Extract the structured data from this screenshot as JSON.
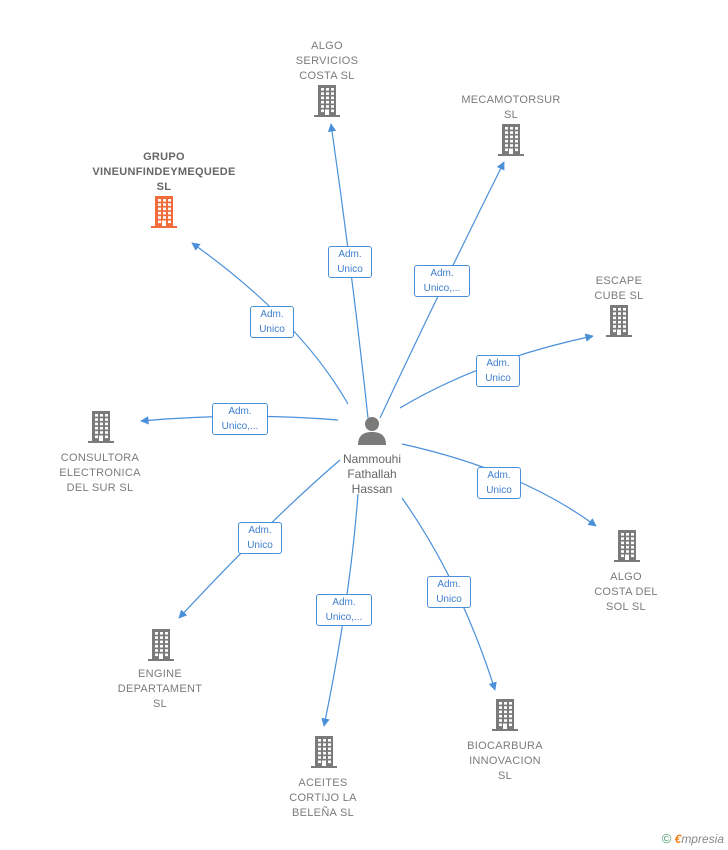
{
  "person": {
    "name": "Nammouhi\nFathallah\nHassan",
    "icon": "person-icon"
  },
  "accent_color": "#4a90d9",
  "highlight_color": "#f26b3a",
  "companies": [
    {
      "id": "algo-servicios",
      "label": "ALGO\nSERVICIOS\nCOSTA  SL",
      "highlight": false
    },
    {
      "id": "mecamotorsur",
      "label": "MECAMOTORSUR\nSL",
      "highlight": false
    },
    {
      "id": "grupo-vine",
      "label": "GRUPO\nVINEUNFINDEYMEQUEDE\nSL",
      "highlight": true
    },
    {
      "id": "escape-cube",
      "label": "ESCAPE\nCUBE  SL",
      "highlight": false
    },
    {
      "id": "consultora",
      "label": "CONSULTORA\nELECTRONICA\nDEL SUR  SL",
      "highlight": false
    },
    {
      "id": "algo-costa",
      "label": "ALGO\nCOSTA DEL\nSOL  SL",
      "highlight": false
    },
    {
      "id": "engine",
      "label": "ENGINE\nDEPARTAMENT\nSL",
      "highlight": false
    },
    {
      "id": "biocarbura",
      "label": "BIOCARBURA\nINNOVACION\nSL",
      "highlight": false
    },
    {
      "id": "aceites",
      "label": "ACEITES\nCORTIJO LA\nBELEÑA  SL",
      "highlight": false
    }
  ],
  "edges": [
    {
      "to": "algo-servicios",
      "label": "Adm.\nUnico"
    },
    {
      "to": "mecamotorsur",
      "label": "Adm.\nUnico,..."
    },
    {
      "to": "grupo-vine",
      "label": "Adm.\nUnico"
    },
    {
      "to": "escape-cube",
      "label": "Adm.\nUnico"
    },
    {
      "to": "consultora",
      "label": "Adm.\nUnico,..."
    },
    {
      "to": "algo-costa",
      "label": "Adm.\nUnico"
    },
    {
      "to": "engine",
      "label": "Adm.\nUnico"
    },
    {
      "to": "biocarbura",
      "label": "Adm.\nUnico"
    },
    {
      "to": "aceites",
      "label": "Adm.\nUnico,..."
    }
  ],
  "brand": {
    "copyright": "©",
    "name_initial": "€",
    "name_rest": "mpresia"
  }
}
